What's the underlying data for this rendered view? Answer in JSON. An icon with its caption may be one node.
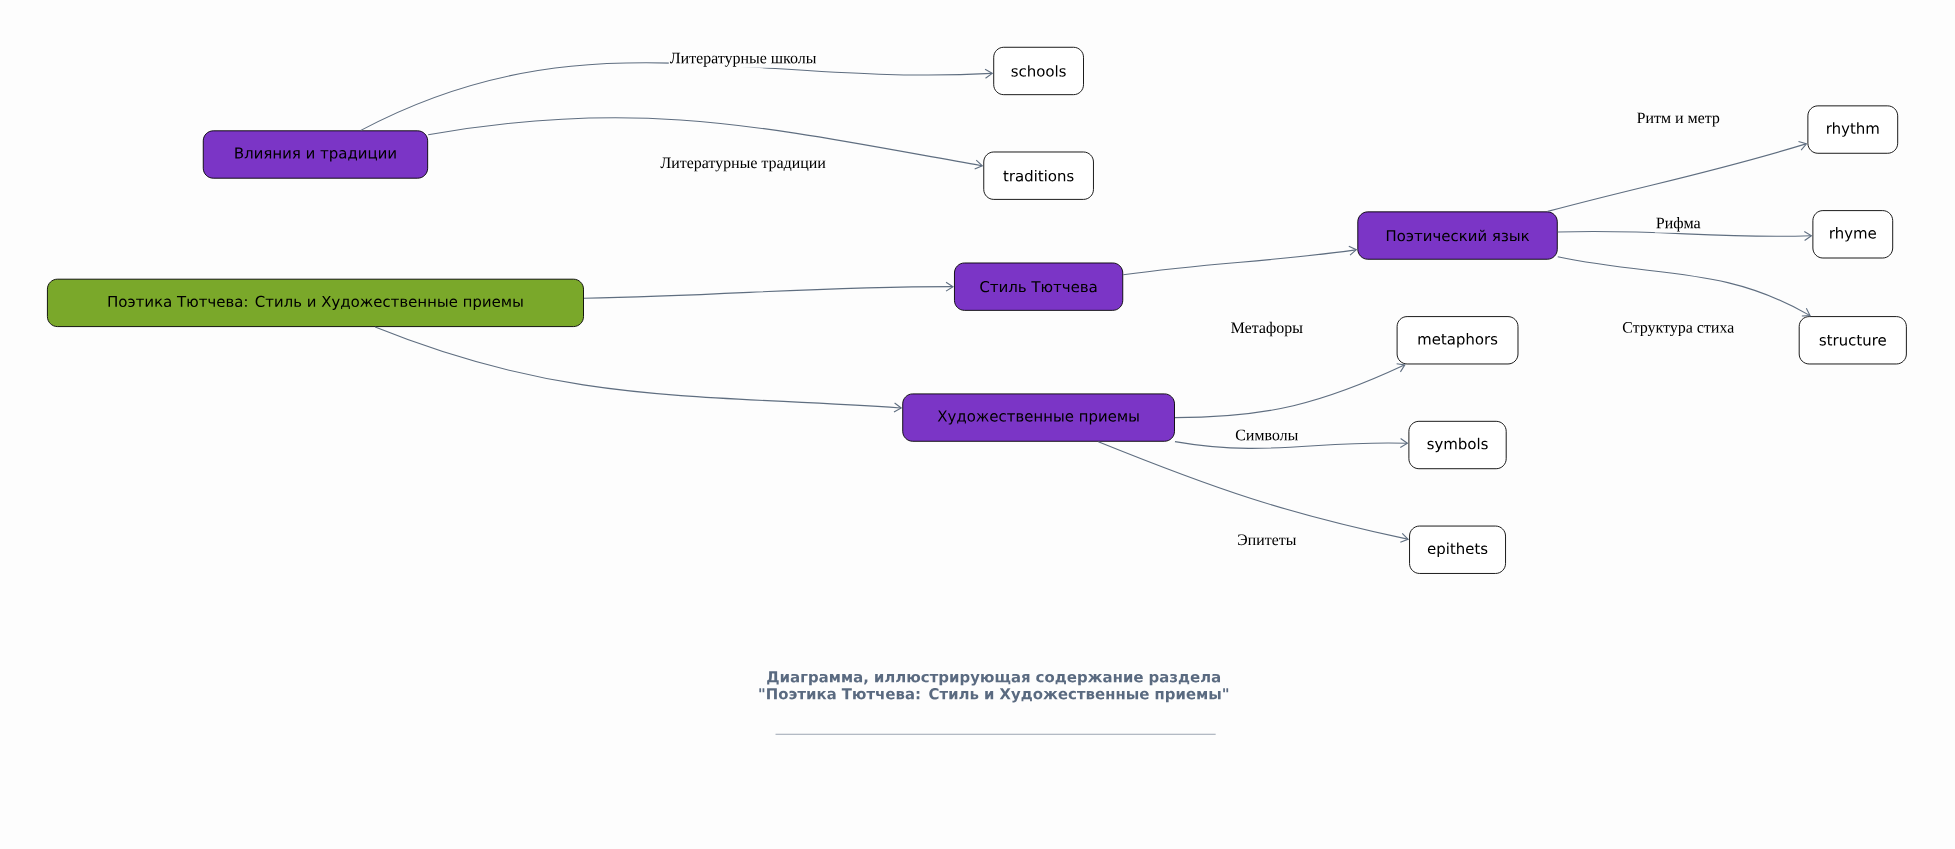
{
  "diagram": {
    "caption": "Диаграмма, иллюстрирующая содержание раздела \"Поэтика Тютчева: Стиль и Художественные приемы\"",
    "nodes": [
      {
        "text": [
          "Влияния и традиции"
        ]
      },
      {
        "text": [
          "schools"
        ]
      },
      {
        "text": [
          "traditions"
        ]
      },
      {
        "text": [
          "Поэтика Тютчева: Стиль и Художественные приемы"
        ]
      },
      {
        "text": [
          "Стиль Тютчева"
        ]
      },
      {
        "text": [
          "Поэтический язык"
        ]
      },
      {
        "text": [
          "rhythm"
        ]
      },
      {
        "text": [
          "rhyme"
        ]
      },
      {
        "text": [
          "structure"
        ]
      },
      {
        "text": [
          "metaphors"
        ]
      },
      {
        "text": [
          "Художественные приемы"
        ]
      },
      {
        "text": [
          "symbols"
        ]
      },
      {
        "text": [
          "epithets"
        ]
      }
    ],
    "edges": [
      {
        "from": 0,
        "to": 1,
        "arrow": "to",
        "label": "Литературные школы"
      },
      {
        "from": 0,
        "to": 2,
        "arrow": "to",
        "label": "Литературные традиции"
      },
      {
        "from": 3,
        "to": 4,
        "arrow": "to"
      },
      {
        "from": 3,
        "to": 10,
        "arrow": "to"
      },
      {
        "from": 4,
        "to": 5,
        "arrow": "to"
      },
      {
        "from": 5,
        "to": 6,
        "arrow": "to",
        "label": "Ритм и метр"
      },
      {
        "from": 5,
        "to": 7,
        "arrow": "to",
        "label": "Рифма"
      },
      {
        "from": 5,
        "to": 8,
        "arrow": "to",
        "label": "Структура стиха"
      },
      {
        "from": 10,
        "to": 9,
        "arrow": "to",
        "label": "Метафоры"
      },
      {
        "from": 10,
        "to": 11,
        "arrow": "to",
        "label": "Символы"
      },
      {
        "from": 10,
        "to": 12,
        "arrow": "to",
        "label": "Эпитеты"
      }
    ]
  }
}
